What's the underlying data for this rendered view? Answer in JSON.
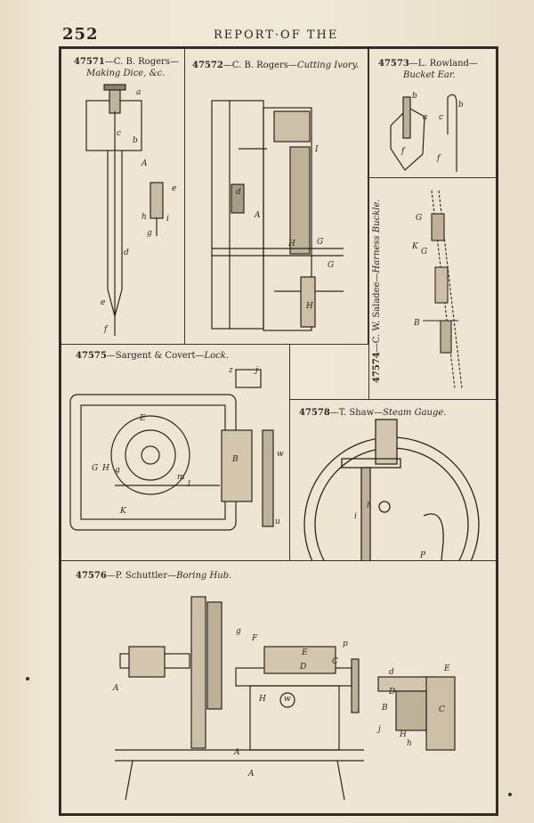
{
  "header": {
    "page_number": "252",
    "running_title": "REPORT·OF THE"
  },
  "figures": {
    "f47571": {
      "number": "47571",
      "caption": "—C. B. Rogers—",
      "subcaption": "Making Dice, &c.",
      "labels": [
        "a",
        "b",
        "c",
        "A",
        "e",
        "h",
        "i",
        "g",
        "d",
        "e",
        "f"
      ]
    },
    "f47572": {
      "number": "47572",
      "caption": "—C. B. Rogers—",
      "subcaption": "Cutting Ivory.",
      "labels": [
        "d",
        "A",
        "I",
        "H",
        "G",
        "G",
        "H"
      ]
    },
    "f47573": {
      "number": "47573",
      "caption": "—L. Rowland—",
      "subcaption": "Bucket Ear.",
      "labels": [
        "b",
        "b",
        "a",
        "c",
        "f",
        "f"
      ]
    },
    "f47574": {
      "number": "47574",
      "caption": "—C. W. Saladee—",
      "subcaption": "Harness Buckle.",
      "labels": [
        "G",
        "K",
        "G",
        "B"
      ]
    },
    "f47575": {
      "number": "47575",
      "caption": "—Sargent & Covert—",
      "subcaption": "Lock.",
      "labels": [
        "E",
        "B",
        "G",
        "H",
        "g",
        "m",
        "l",
        "K",
        "w",
        "u",
        "z",
        "j"
      ]
    },
    "f47578": {
      "number": "47578",
      "caption": "—T. Shaw—",
      "subcaption": "Steam Gauge.",
      "labels": [
        "h",
        "i",
        "P"
      ]
    },
    "f47576": {
      "number": "47576",
      "caption": "—P. Schuttler—",
      "subcaption": "Boring Hub.",
      "labels": [
        "A",
        "g",
        "F",
        "E",
        "D",
        "C",
        "p",
        "H",
        "w",
        "A",
        "A",
        "d",
        "E",
        "D",
        "B",
        "C",
        "j",
        "H",
        "h"
      ]
    }
  }
}
